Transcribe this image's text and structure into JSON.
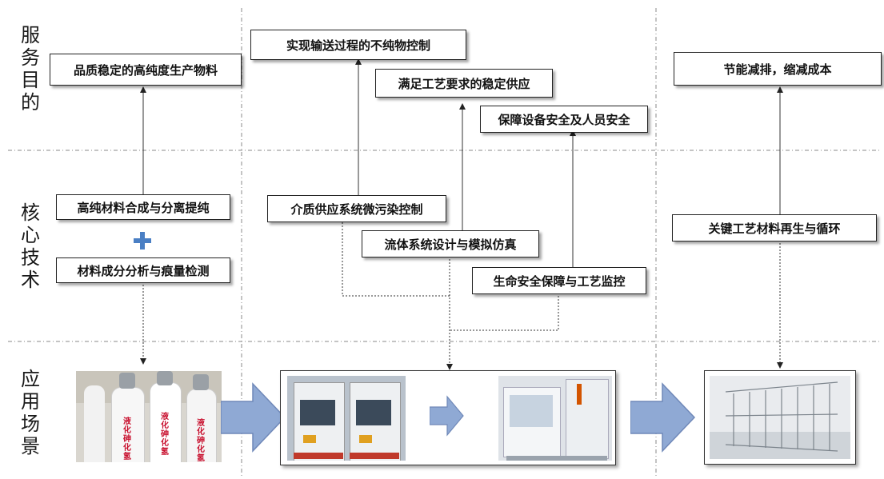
{
  "row_labels": {
    "purpose": [
      "服",
      "务",
      "目",
      "的"
    ],
    "core_tech": [
      "核",
      "心",
      "技",
      "术"
    ],
    "scenario": [
      "应",
      "用",
      "场",
      "景"
    ]
  },
  "column1": {
    "purpose": "品质稳定的高纯度生产物料",
    "tech_top": "高纯材料合成与分离提纯",
    "tech_bottom": "材料成分分析与痕量检测",
    "photo": {
      "labels": [
        "液化砷化氢",
        "液化砷化氢",
        "液化砷化氢"
      ]
    }
  },
  "column2": {
    "purpose_1": "实现输送过程的不纯物控制",
    "purpose_2": "满足工艺要求的稳定供应",
    "purpose_3": "保障设备安全及人员安全",
    "tech_1": "介质供应系统微污染控制",
    "tech_2": "流体系统设计与模拟仿真",
    "tech_3": "生命安全保障与工艺监控"
  },
  "column3": {
    "purpose": "节能减排，缩减成本",
    "tech": "关键工艺材料再生与循环"
  },
  "colors": {
    "arrow_fill": "#8fa9d4",
    "arrow_stroke": "#6f88b8",
    "plus": "#4a7fc4"
  }
}
